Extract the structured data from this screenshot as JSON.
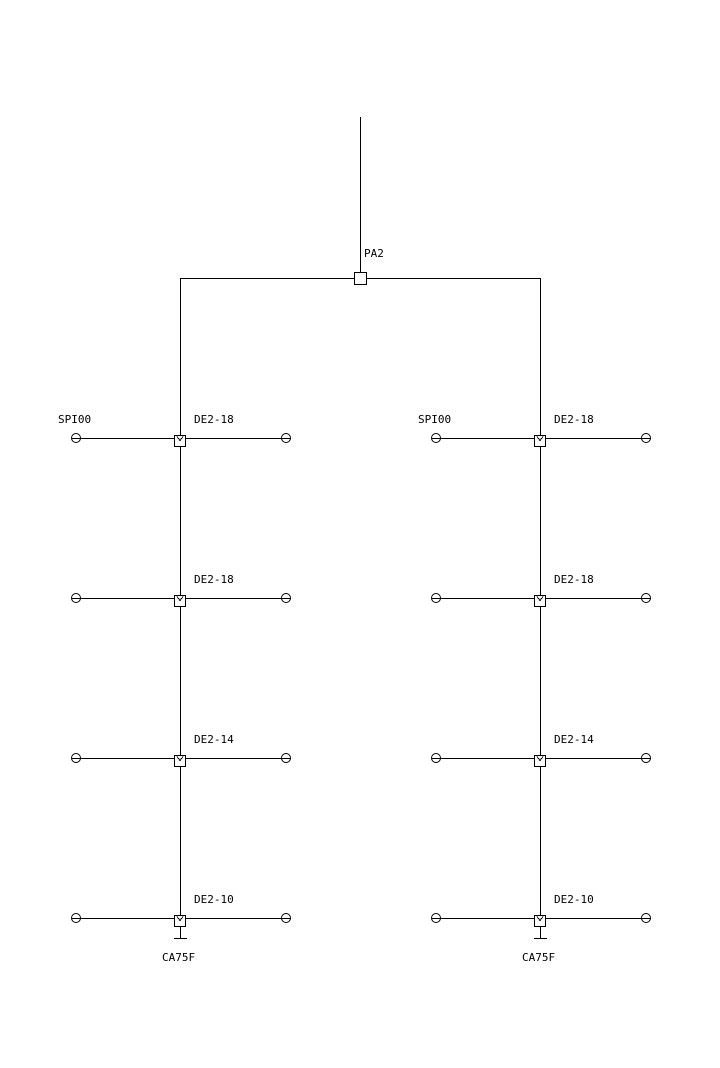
{
  "colors": {
    "line": "#000000",
    "background": "#ffffff"
  },
  "distributor": {
    "label": "PA2"
  },
  "branches": [
    {
      "name": "left",
      "header_label": "SPI00",
      "tap_labels": [
        "DE2-18",
        "DE2-18",
        "DE2-14",
        "DE2-10"
      ],
      "termination_label": "CA75F"
    },
    {
      "name": "right",
      "header_label": "SPI00",
      "tap_labels": [
        "DE2-18",
        "DE2-18",
        "DE2-14",
        "DE2-10"
      ],
      "termination_label": "CA75F"
    }
  ],
  "icons": {
    "outlet": "outlet-icon",
    "tap": "tap-icon",
    "splitter": "splitter-icon",
    "terminator": "terminator-icon"
  }
}
